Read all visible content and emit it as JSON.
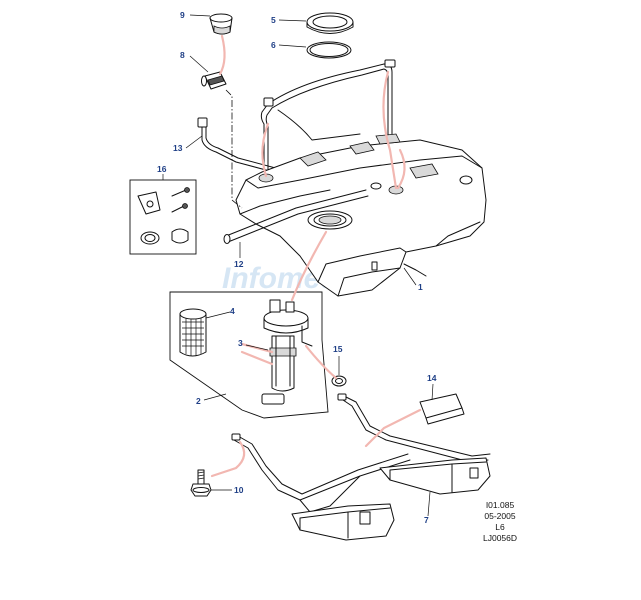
{
  "watermark": "Infomedia",
  "callouts": [
    "1",
    "2",
    "3",
    "4",
    "5",
    "6",
    "7",
    "8",
    "9",
    "10",
    "12",
    "13",
    "14",
    "15",
    "16"
  ],
  "reference": {
    "line1": "I01.085",
    "line2": "05-2005",
    "line3": "L6",
    "line4": "LJ0056D"
  },
  "colors": {
    "callout_text": "#1f3f86",
    "highlight": "#f2b7b1",
    "watermark": "#cfe2f3",
    "line": "#111111"
  }
}
